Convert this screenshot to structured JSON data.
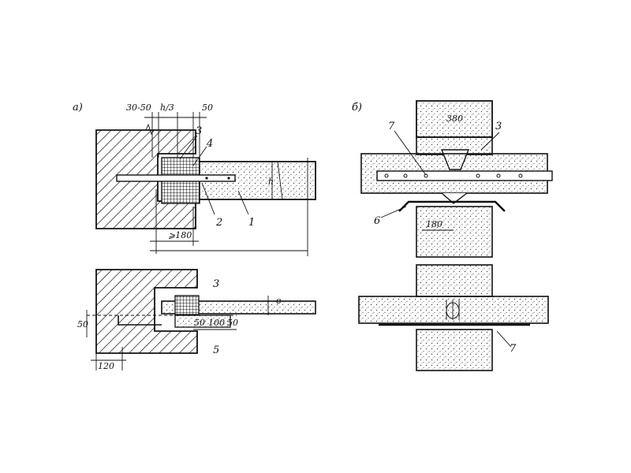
{
  "panels": {
    "a": "а)",
    "b": "б)"
  },
  "labels": {
    "a_top": {
      "dim_30_50": "30-50",
      "dim_h3": "h/3",
      "dim_50": "50",
      "dim_180": "⩾180",
      "dim_h": "h",
      "n1": "1",
      "n2": "2",
      "n3": "3",
      "n4": "4"
    },
    "a_bottom": {
      "n3": "3",
      "n5": "5",
      "dim_b": "в",
      "dim_50a": "50",
      "dim_100": "100",
      "dim_50b": "50",
      "dim_120": "120",
      "dim_left": "50"
    },
    "b_top": {
      "n7": "7",
      "n3": "3",
      "n6": "6",
      "dim_380": "380",
      "dim_180": "180"
    },
    "b_bottom": {
      "n7": "7"
    }
  }
}
